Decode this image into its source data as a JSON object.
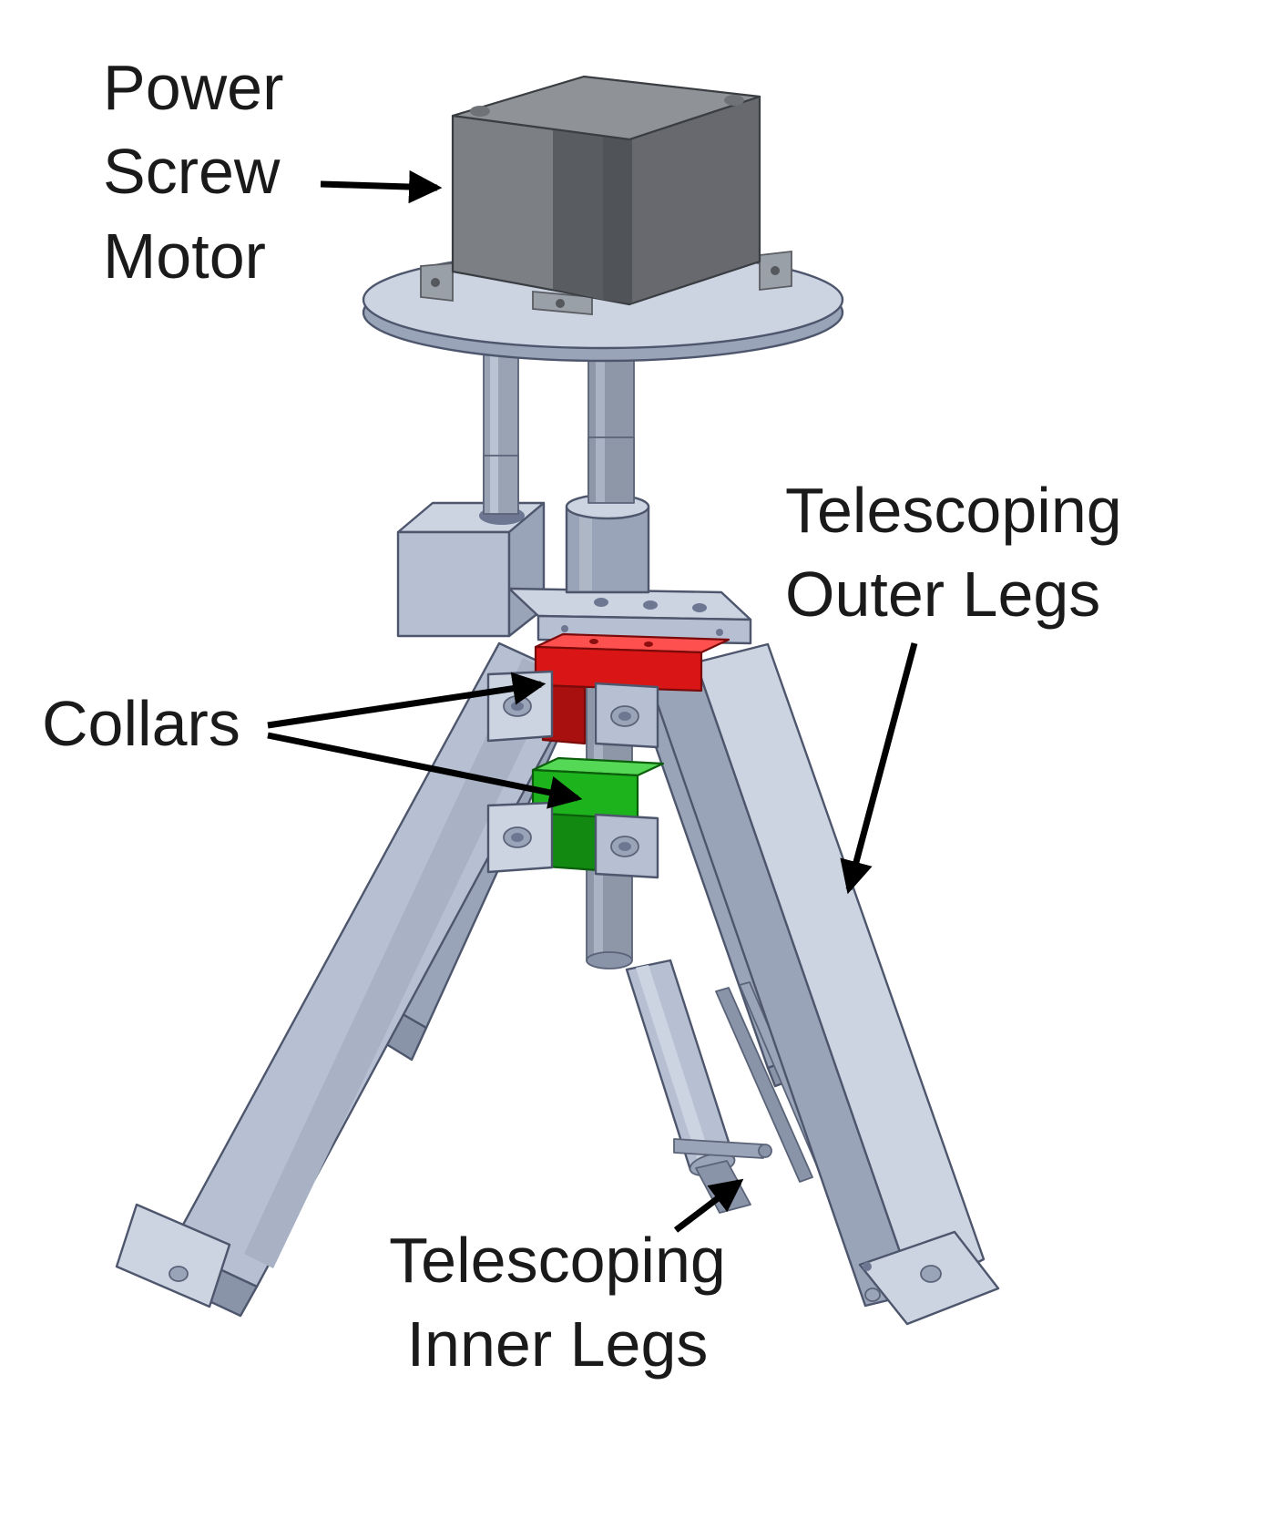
{
  "figure": {
    "type": "cad-assembly-diagram",
    "background": "#ffffff",
    "labels": {
      "power_screw_motor": "Power\nScrew\nMotor",
      "collars": "Collars",
      "telescoping_outer_legs": "Telescoping\nOuter Legs",
      "telescoping_inner_legs": "Telescoping\nInner Legs"
    },
    "colors": {
      "collar_upper": "#da1515",
      "collar_upper_top": "#ff5050",
      "collar_upper_shadow": "#a81010",
      "collar_lower": "#1db31d",
      "collar_lower_top": "#55d855",
      "collar_lower_shadow": "#128a12",
      "metal_light": "#ccd4e2",
      "metal_mid": "#b7c0d3",
      "metal_dark": "#9aa4b8",
      "motor_gray": "#7c7f84",
      "label_text": "#1a1a1a",
      "arrow": "#000000"
    }
  }
}
